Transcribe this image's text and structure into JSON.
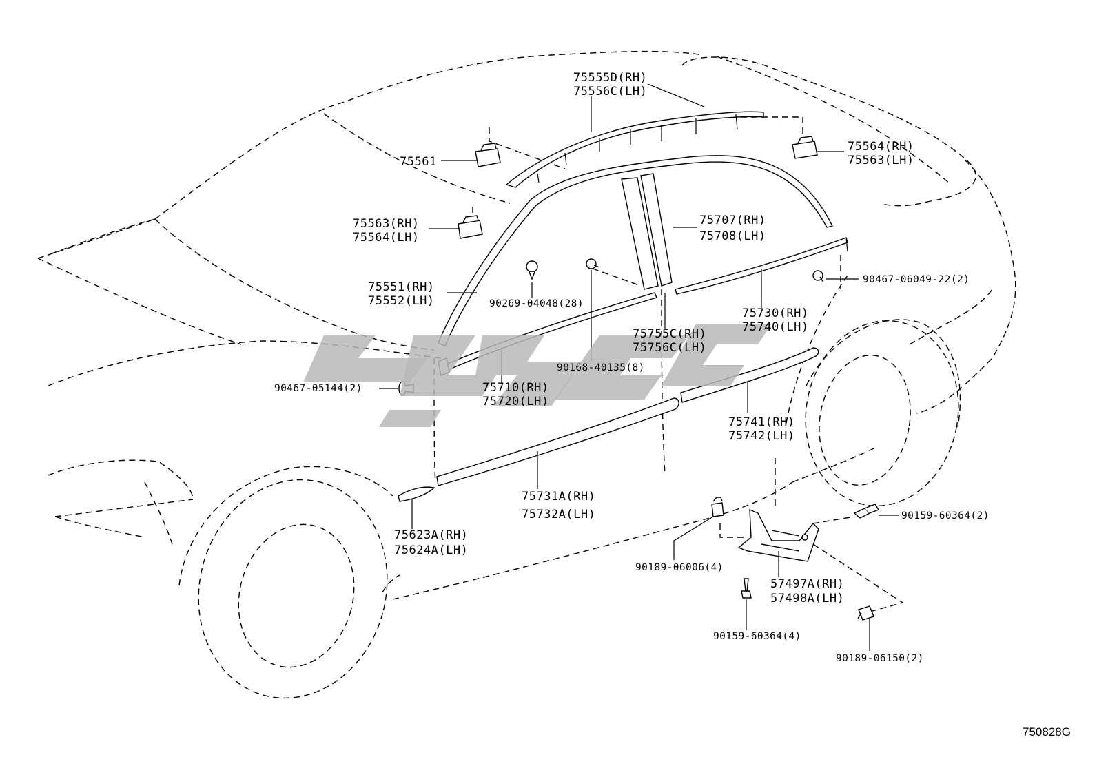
{
  "diagram_id": "750828G",
  "labels": {
    "p75555d": "75555D(RH)",
    "p75556c": "75556C(LH)",
    "p75561": "75561",
    "p75564rh": "75564(RH)",
    "p75563lh": "75563(LH)",
    "p75563rh": "75563(RH)",
    "p75564lh": "75564(LH)",
    "p75707": "75707(RH)",
    "p75708": "75708(LH)",
    "p75551": "75551(RH)",
    "p75552": "75552(LH)",
    "p90269": "90269-04048(28)",
    "p90467b": "90467-06049-22(2)",
    "p75730": "75730(RH)",
    "p75740": "75740(LH)",
    "p75755c": "75755C(RH)",
    "p75756c": "75756C(LH)",
    "p90168": "90168-40135(8)",
    "p90467a": "90467-05144(2)",
    "p75710": "75710(RH)",
    "p75720": "75720(LH)",
    "p75741": "75741(RH)",
    "p75742": "75742(LH)",
    "p75731a": "75731A(RH)",
    "p75732a": "75732A(LH)",
    "p75623a": "75623A(RH)",
    "p75624a": "75624A(LH)",
    "p90159a": "90159-60364(2)",
    "p90189a": "90189-06006(4)",
    "p57497a": "57497A(RH)",
    "p57498a": "57498A(LH)",
    "p90159b": "90159-60364(4)",
    "p90189b": "90189-06150(2)"
  }
}
